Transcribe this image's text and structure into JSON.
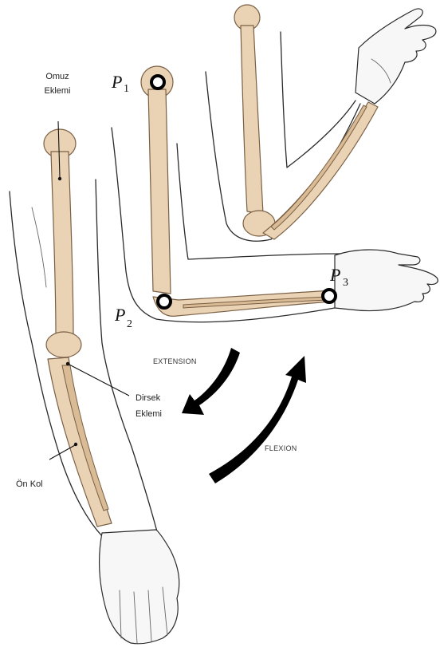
{
  "labels": {
    "shoulder_joint": [
      "Omuz",
      "Eklemi"
    ],
    "elbow_joint": [
      "Dirsek",
      "Eklemi"
    ],
    "forearm": "Ön Kol",
    "extension": "EXTENSION",
    "flexion": "FLEXION"
  },
  "points": [
    {
      "symbol": "P",
      "subscript": "1"
    },
    {
      "symbol": "P",
      "subscript": "2"
    },
    {
      "symbol": "P",
      "subscript": "3"
    }
  ],
  "colors": {
    "bone": "#ead3b4",
    "bone_outline": "#7a5f44",
    "outline": "#2a2a2a",
    "arrow": "#000000"
  }
}
